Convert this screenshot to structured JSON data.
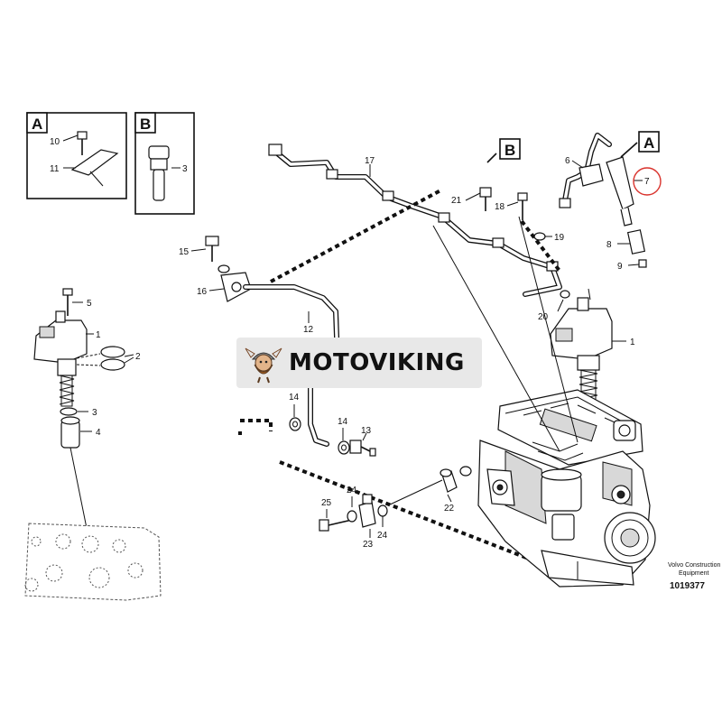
{
  "watermark": {
    "text": "MOTOVIKING",
    "logo": "viking-logo"
  },
  "inset_boxes": [
    {
      "letter": "A",
      "labels": [
        "10",
        "11"
      ]
    },
    {
      "letter": "B",
      "labels": [
        "3"
      ]
    }
  ],
  "callout_flags": [
    "B",
    "A"
  ],
  "part_labels": {
    "p1_left": "1",
    "p1_right": "1",
    "p2": "2",
    "p3": "3",
    "p4": "4",
    "p5": "5",
    "p6": "6",
    "p7": "7",
    "p8": "8",
    "p9": "9",
    "p12": "12",
    "p13": "13",
    "p14_a": "14",
    "p14_b": "14",
    "p15": "15",
    "p16": "16",
    "p17": "17",
    "p18": "18",
    "p19": "19",
    "p20": "20",
    "p21": "21",
    "p22": "22",
    "p23": "23",
    "p24_a": "24",
    "p24_b": "24",
    "p25": "25"
  },
  "highlighted_label": "7",
  "highlight_color": "#d9322c",
  "footer": {
    "line1": "Volvo Construction",
    "line2": "Equipment",
    "ref_number": "1019377"
  }
}
